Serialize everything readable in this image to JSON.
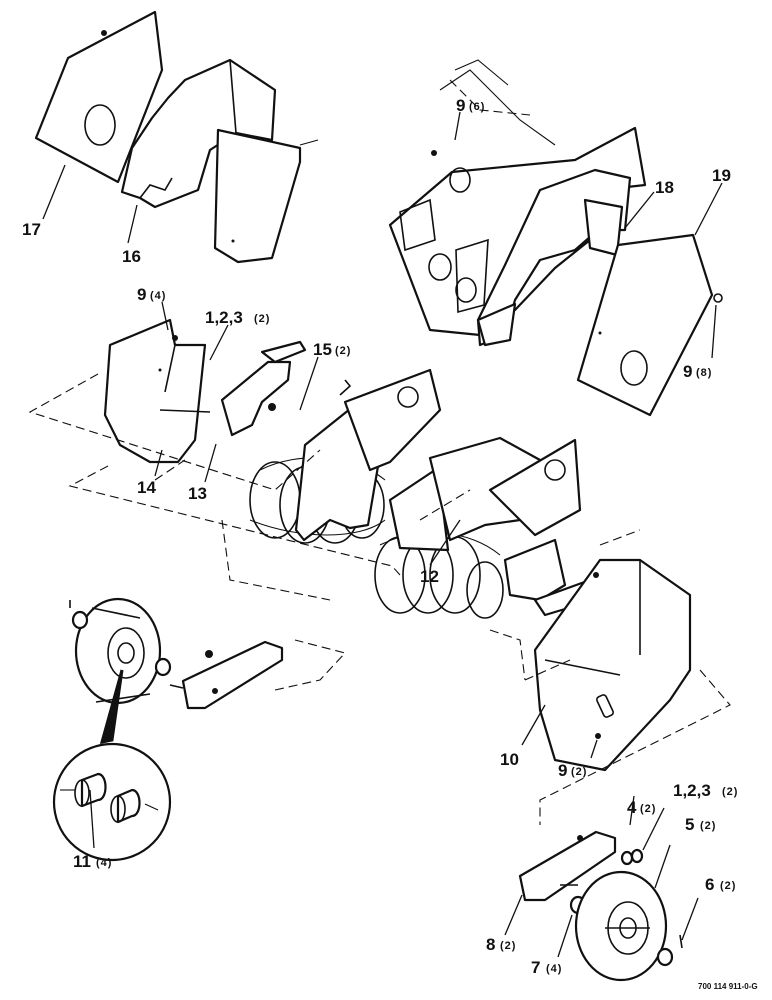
{
  "callouts": {
    "c17": {
      "num": "17",
      "qty": ""
    },
    "c16": {
      "num": "16",
      "qty": ""
    },
    "c9a": {
      "num": "9",
      "qty": "(6)"
    },
    "c18": {
      "num": "18",
      "qty": ""
    },
    "c19": {
      "num": "19",
      "qty": ""
    },
    "c9b": {
      "num": "9",
      "qty": "(4)"
    },
    "c123a": {
      "num": "1,2,3",
      "qty": "(2)"
    },
    "c15": {
      "num": "15",
      "qty": "(2)"
    },
    "c9c": {
      "num": "9",
      "qty": "(8)"
    },
    "c14": {
      "num": "14",
      "qty": ""
    },
    "c13": {
      "num": "13",
      "qty": ""
    },
    "c12": {
      "num": "12",
      "qty": ""
    },
    "c10": {
      "num": "10",
      "qty": ""
    },
    "c9d": {
      "num": "9",
      "qty": "(2)"
    },
    "c11": {
      "num": "11",
      "qty": "(4)"
    },
    "c4": {
      "num": "4",
      "qty": "(2)"
    },
    "c123b": {
      "num": "1,2,3",
      "qty": "(2)"
    },
    "c5": {
      "num": "5",
      "qty": "(2)"
    },
    "c6": {
      "num": "6",
      "qty": "(2)"
    },
    "c8": {
      "num": "8",
      "qty": "(2)"
    },
    "c7": {
      "num": "7",
      "qty": "(4)"
    }
  },
  "footer": {
    "drawing_number": "700 114 911-0-G"
  }
}
